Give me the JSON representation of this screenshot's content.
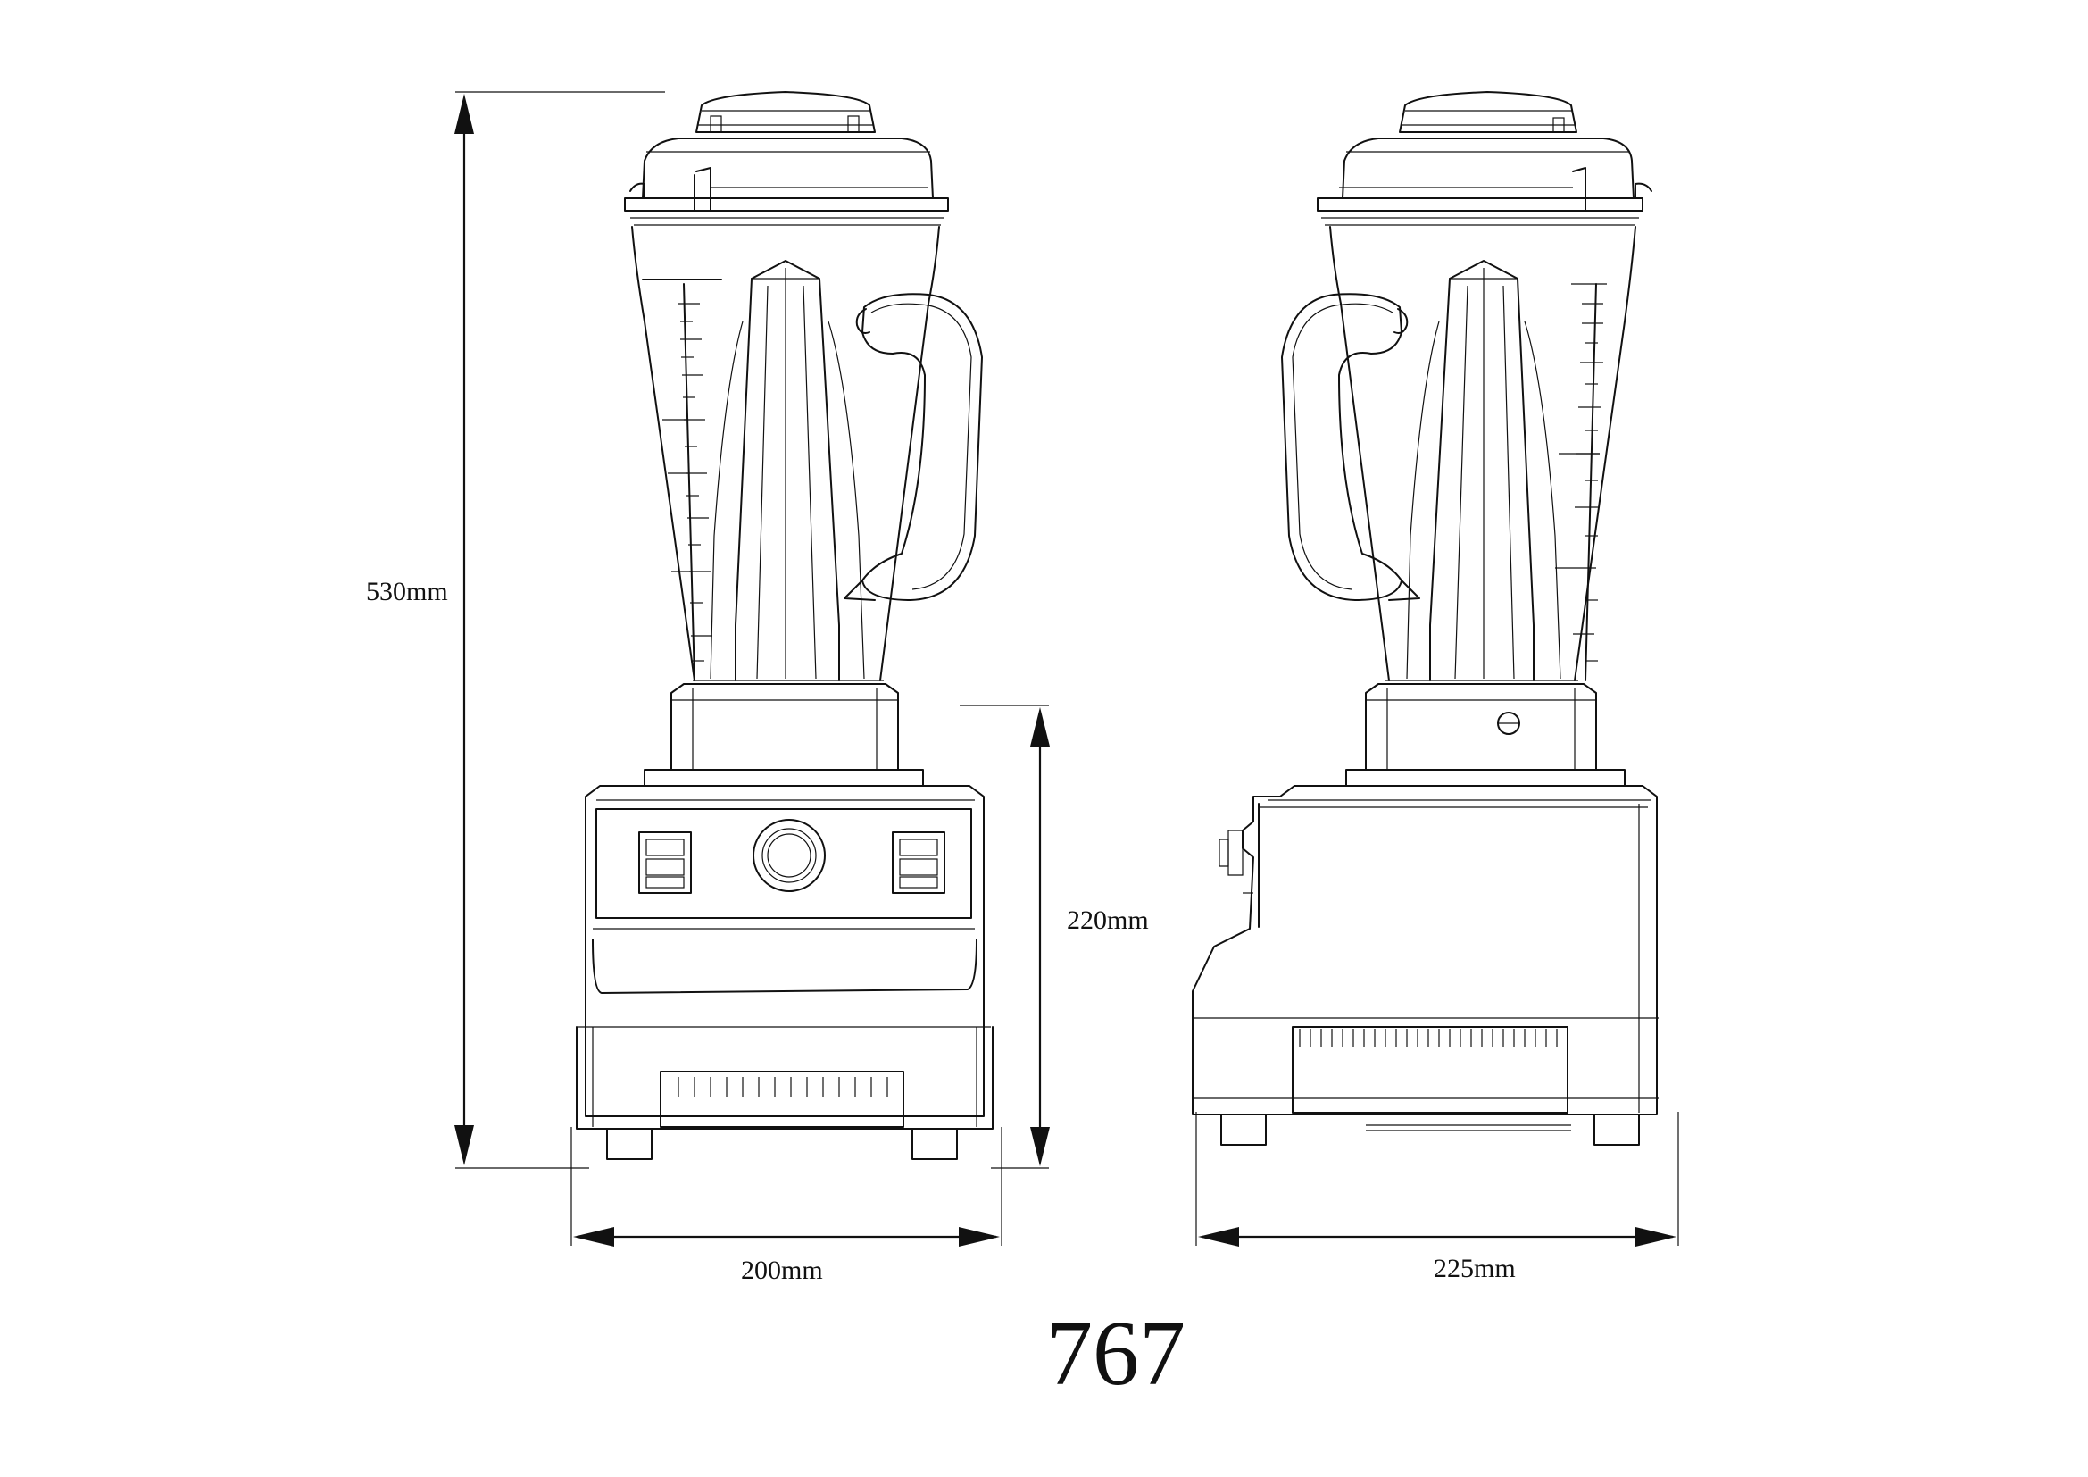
{
  "dimensions": {
    "overall_height": "530mm",
    "base_height": "220mm",
    "front_width": "200mm",
    "side_depth": "225mm"
  },
  "model_number": "767"
}
